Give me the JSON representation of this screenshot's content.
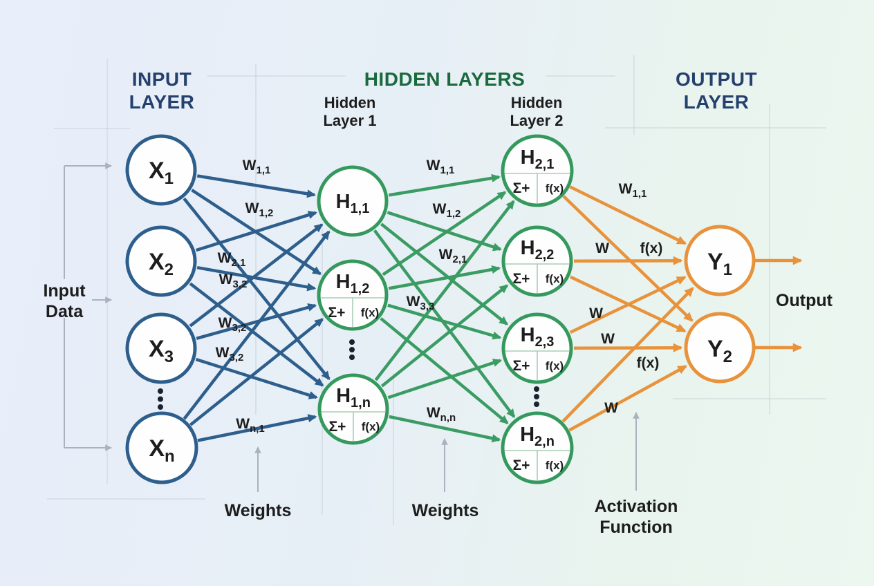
{
  "headers": {
    "input": {
      "line1": "INPUT",
      "line2": "LAYER"
    },
    "hidden": "HIDDEN LAYERS",
    "hidden1": {
      "line1": "Hidden",
      "line2": "Layer 1"
    },
    "hidden2": {
      "line1": "Hidden",
      "line2": "Layer 2"
    },
    "output": {
      "line1": "OUTPUT",
      "line2": "LAYER"
    }
  },
  "captions": {
    "input_data": {
      "line1": "Input",
      "line2": "Data"
    },
    "weights_input": "Weights",
    "weights_hidden": "Weights",
    "activation": {
      "line1": "Activation",
      "line2": "Function"
    },
    "output": "Output"
  },
  "nodes": {
    "x1": {
      "main": "X",
      "sub": "1"
    },
    "x2": {
      "main": "X",
      "sub": "2"
    },
    "x3": {
      "main": "X",
      "sub": "3"
    },
    "xn": {
      "main": "X",
      "sub": "n"
    },
    "h11": {
      "main": "H",
      "sub": "1,1"
    },
    "h12": {
      "main": "H",
      "sub": "1,2"
    },
    "h1n": {
      "main": "H",
      "sub": "1,n"
    },
    "h21": {
      "main": "H",
      "sub": "2,1"
    },
    "h22": {
      "main": "H",
      "sub": "2,2"
    },
    "h23": {
      "main": "H",
      "sub": "2,3"
    },
    "h2n": {
      "main": "H",
      "sub": "2,n"
    },
    "y1": {
      "main": "Y",
      "sub": "1"
    },
    "y2": {
      "main": "Y",
      "sub": "2"
    }
  },
  "node_internals": {
    "sum": "Σ+",
    "fx": "f(x)"
  },
  "weights_input_hidden1": [
    {
      "main": "W",
      "sub": "1,1"
    },
    {
      "main": "W",
      "sub": "1,2"
    },
    {
      "main": "W",
      "sub": "2,1"
    },
    {
      "main": "W",
      "sub": "3,2"
    },
    {
      "main": "W",
      "sub": "3,2"
    },
    {
      "main": "W",
      "sub": "3,2"
    },
    {
      "main": "W",
      "sub": "n,1"
    }
  ],
  "weights_hidden1_hidden2": [
    {
      "main": "W",
      "sub": "1,1"
    },
    {
      "main": "W",
      "sub": "1,2"
    },
    {
      "main": "W",
      "sub": "2,1"
    },
    {
      "main": "W",
      "sub": "3,3"
    },
    {
      "main": "W",
      "sub": "n,n"
    }
  ],
  "weights_hidden2_output": [
    {
      "main": "W",
      "sub": "1,1"
    },
    {
      "main": "W",
      "sub": ""
    },
    {
      "main": "f(x)",
      "sub": ""
    },
    {
      "main": "W",
      "sub": ""
    },
    {
      "main": "W",
      "sub": ""
    },
    {
      "main": "f(x)",
      "sub": ""
    },
    {
      "main": "W",
      "sub": ""
    }
  ],
  "colors": {
    "input_blue": "#2d5e8c",
    "hidden_green": "#35995e",
    "output_orange": "#e8923b",
    "input_title_navy": "#25406d",
    "hidden_title_green": "#1b6a3e",
    "text_black": "#1d1d1d",
    "guide_gray": "#a9b3bd",
    "background_left": "#e8eefa",
    "background_right": "#ecf7f0"
  }
}
